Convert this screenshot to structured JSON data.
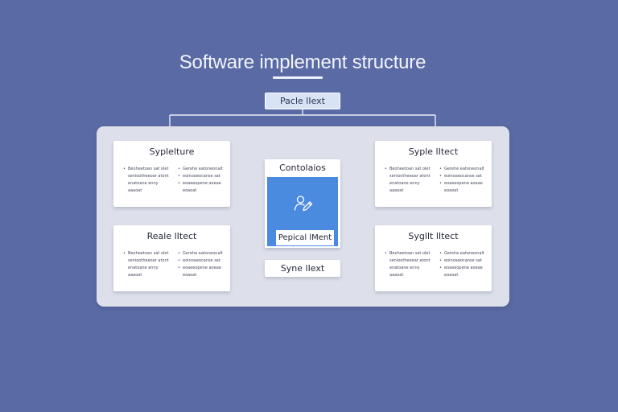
{
  "title": "Software implement structure",
  "top_node": "Pacle lIext",
  "center": {
    "heading": "Contolaios",
    "label": "Pepical lMent",
    "icon": "user-edit-icon"
  },
  "bottom_node": "Syne lIext",
  "cards": {
    "top_left": {
      "title": "Syplelture",
      "left_lines": [
        "Beoheetoan sat olet",
        "seniootheeoar atont",
        "enatoane enny",
        "aaaoat"
      ],
      "right_lines": [
        "Gerehe eatoneonalt",
        "eoinoaeocanse sat",
        "eoaeeopene aoeae",
        "eoaoat"
      ]
    },
    "top_right": {
      "title": "Syple lItect",
      "left_lines": [
        "Beoheetoan sat olet",
        "seniootheeoar atont",
        "enatoane enny",
        "aaaoat"
      ],
      "right_lines": [
        "Gerehe eatoneonalt",
        "eoinoaeocanse sat",
        "eoaeeopene aoeae",
        "eoaoat"
      ]
    },
    "bottom_left": {
      "title": "Reale lItect",
      "left_lines": [
        "Beoheetoan sat olet",
        "seniootheeoar atont",
        "enatoane enny",
        "aaaoat"
      ],
      "right_lines": [
        "Gerehe eatoneonalt",
        "eoinoaeocanse sat",
        "eoaeeopene aoeae",
        "eoaoat"
      ]
    },
    "bottom_right": {
      "title": "Sygllt lItect",
      "left_lines": [
        "Beoheetoan sat olet",
        "seniootheeoar atont",
        "enatoane enny",
        "aaaoat"
      ],
      "right_lines": [
        "Gerehe eatoneonalt",
        "eoinoaeocanse sat",
        "eoaeeopene aoeae",
        "eoaoat"
      ]
    }
  },
  "colors": {
    "background": "#5a6aa4",
    "panel": "#dde0ea",
    "accent_blue": "#4a8be0",
    "top_pill": "#d9e3f6"
  }
}
